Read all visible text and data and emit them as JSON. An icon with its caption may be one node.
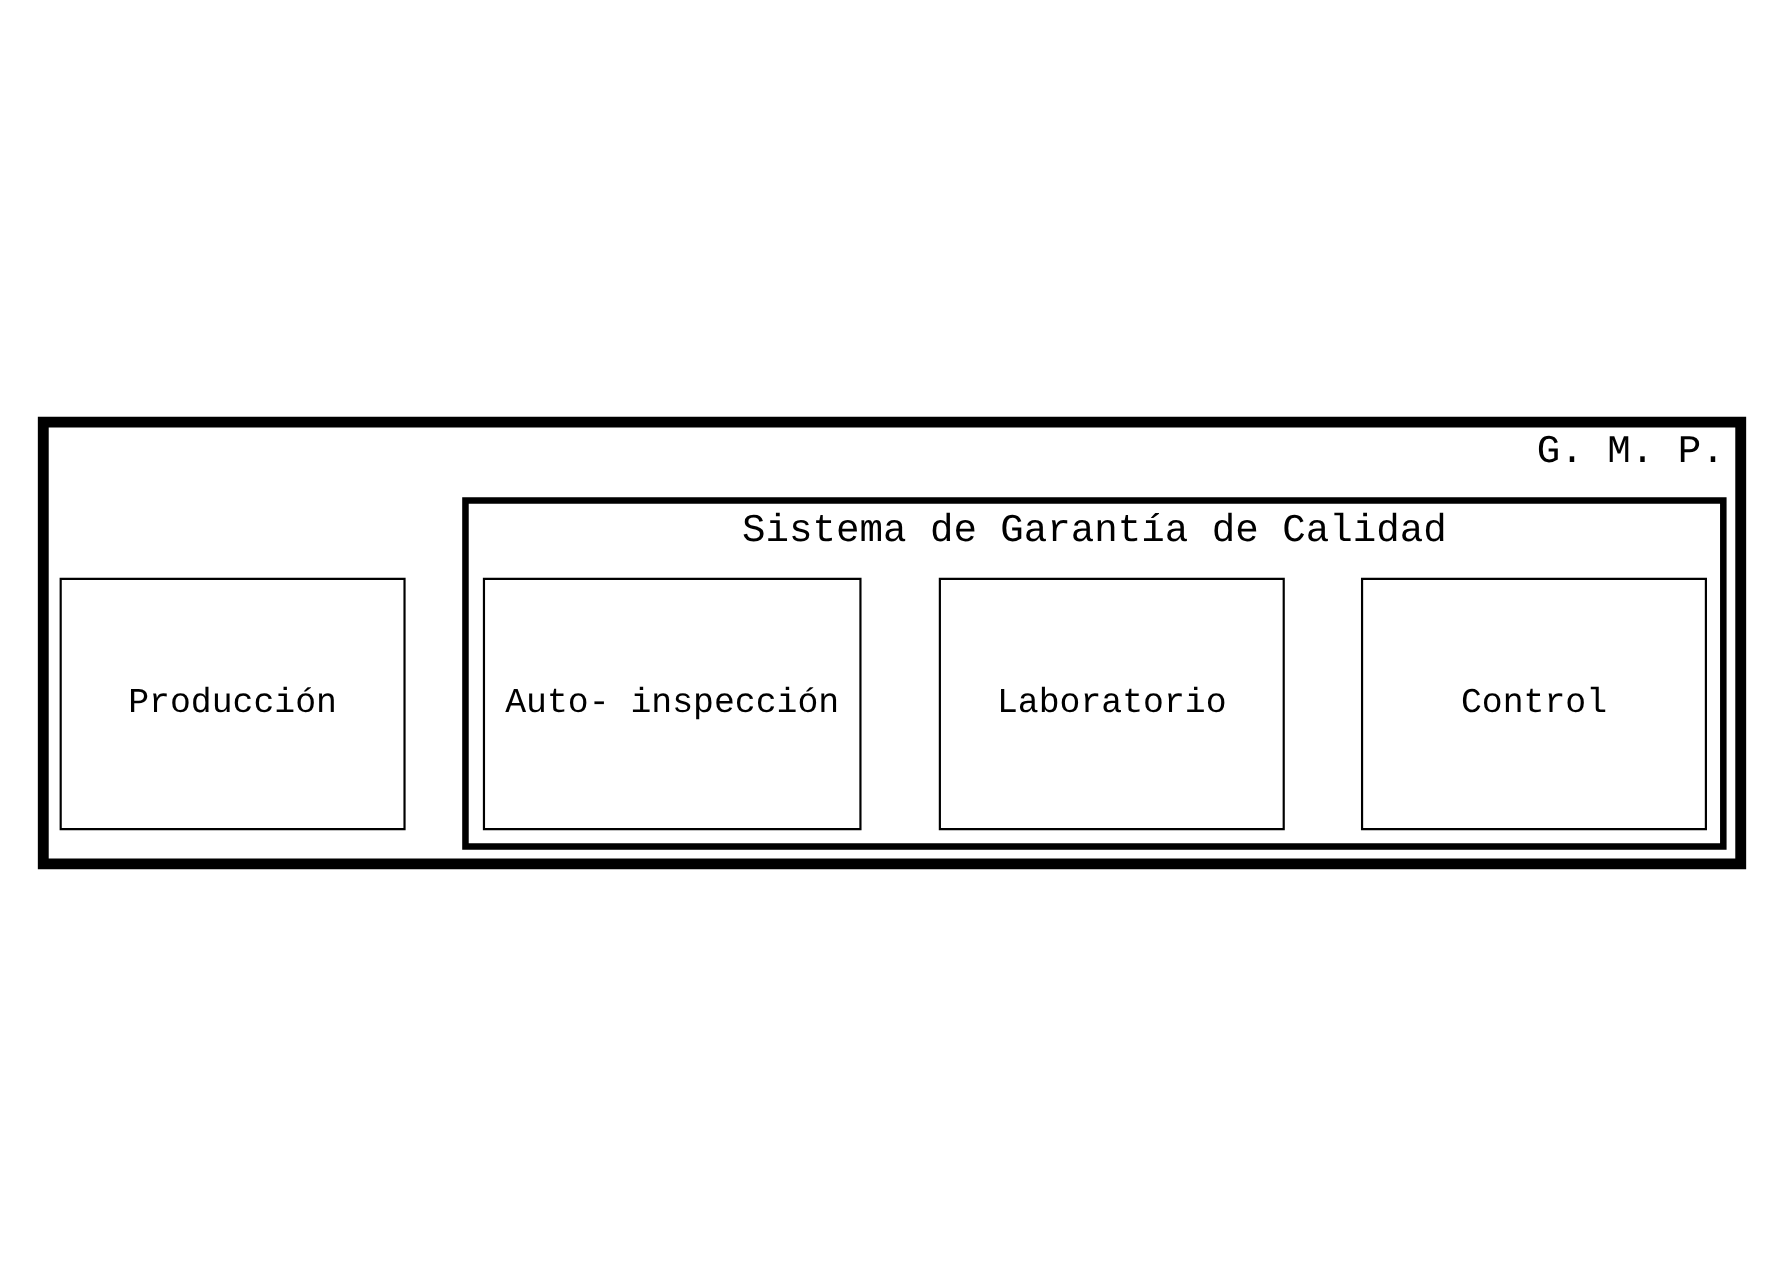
{
  "diagram": {
    "nodes": [
      {
        "text": [
          "G. M. P."
        ]
      },
      {
        "text": [
          "Producción"
        ],
        "in": 0
      },
      {
        "text": [
          "Sistema de Garantía de Calidad"
        ],
        "in": 0
      },
      {
        "text": [
          "Control"
        ],
        "in": 2
      },
      {
        "text": [
          "Laboratorio"
        ],
        "in": 2
      },
      {
        "text": [
          "Auto- inspección"
        ],
        "in": 2
      }
    ],
    "edges": []
  }
}
